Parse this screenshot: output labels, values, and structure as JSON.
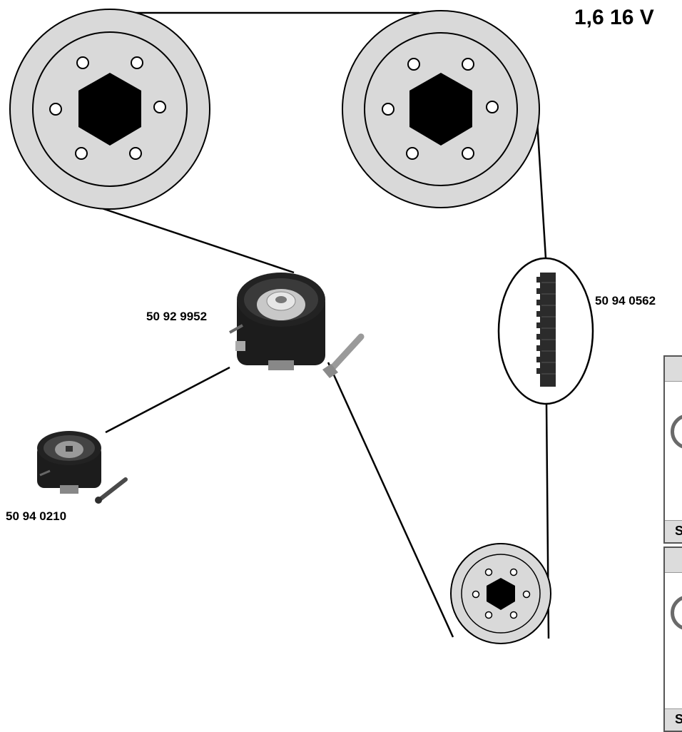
{
  "title": "1,6 16 V",
  "parts": {
    "belt": {
      "number": "50 94 0562"
    },
    "tensioner_large": {
      "number": "50 92 9952"
    },
    "tensioner_small": {
      "number": "50 94 0210"
    }
  },
  "side_panels": [
    {
      "footer_text": "S"
    },
    {
      "footer_text": "S"
    }
  ],
  "colors": {
    "pulley_fill": "#d9d9d9",
    "hub": "#000000",
    "line": "#000000",
    "panel_band": "#dcdcdc"
  }
}
